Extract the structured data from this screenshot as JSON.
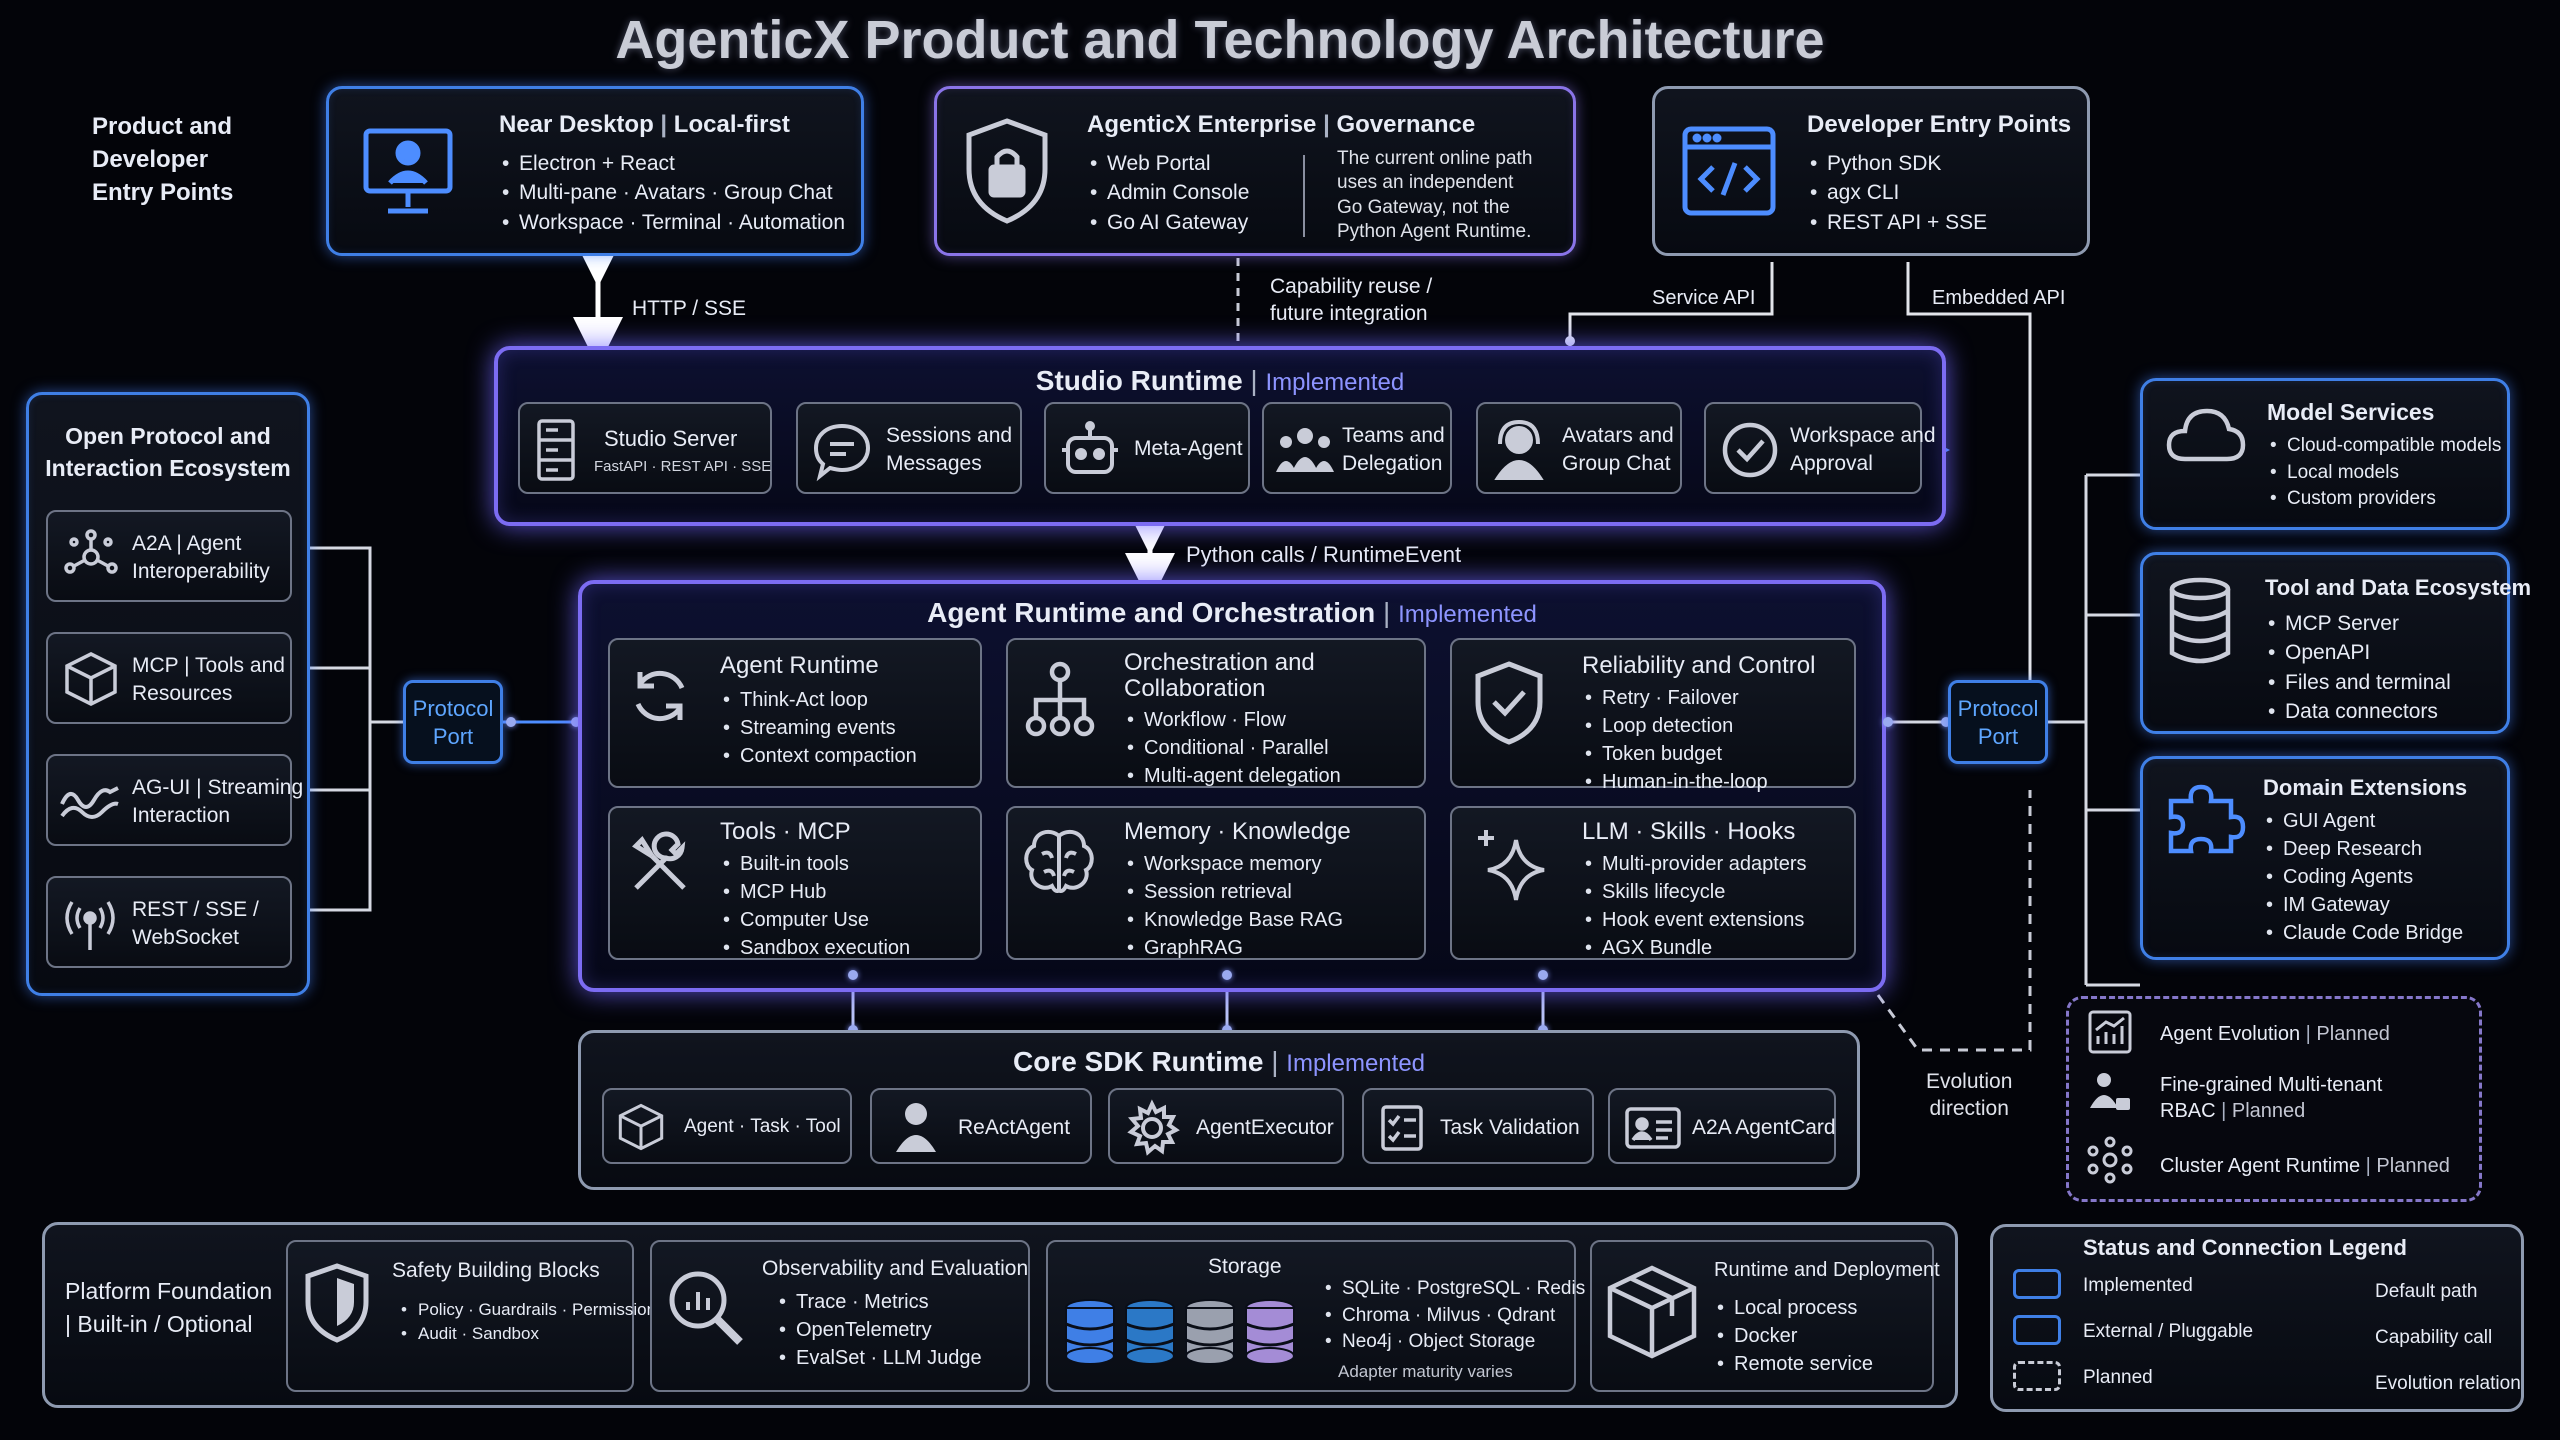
{
  "title": "AgenticX Product and Technology Architecture",
  "sections": {
    "entry_points_label": [
      "Product and",
      "Developer",
      "Entry Points"
    ],
    "protocols_title": [
      "Open Protocol and",
      "Interaction Ecosystem"
    ]
  },
  "top": {
    "desktop": {
      "title": "Near Desktop",
      "tag": "Local-first",
      "bullets": [
        "Electron + React",
        "Multi-pane · Avatars · Group Chat",
        "Workspace · Terminal · Automation"
      ],
      "icon": "desktop-user-icon"
    },
    "enterprise": {
      "title": "AgenticX Enterprise",
      "tag": "Governance",
      "bullets": [
        "Web Portal",
        "Admin Console",
        "Go AI Gateway"
      ],
      "note": [
        "The current online path",
        "uses an independent",
        "Go Gateway, not the",
        "Python Agent Runtime."
      ],
      "icon": "shield-lock-icon"
    },
    "developer": {
      "title": "Developer Entry Points",
      "bullets": [
        "Python SDK",
        "agx CLI",
        "REST API + SSE"
      ],
      "icon": "code-window-icon"
    }
  },
  "connectors": {
    "http_sse": "HTTP / SSE",
    "capability_reuse": [
      "Capability reuse /",
      "future integration"
    ],
    "service_api": "Service API",
    "embedded_api": "Embedded API",
    "python_calls": "Python calls / RuntimeEvent",
    "evolution": [
      "Evolution",
      "direction"
    ]
  },
  "studio": {
    "title": "Studio Runtime",
    "status": "Implemented",
    "items": [
      {
        "label": "Studio Server",
        "sub": "FastAPI · REST API · SSE",
        "icon": "server-icon"
      },
      {
        "label": "Sessions and",
        "label2": "Messages",
        "icon": "chat-bubble-icon"
      },
      {
        "label": "Meta-Agent",
        "icon": "robot-icon"
      },
      {
        "label": "Teams and",
        "label2": "Delegation",
        "icon": "team-icon"
      },
      {
        "label": "Avatars and",
        "label2": "Group Chat",
        "icon": "avatar-headset-icon"
      },
      {
        "label": "Workspace and",
        "label2": "Approval",
        "icon": "check-circle-icon"
      }
    ]
  },
  "protocols": {
    "items": [
      {
        "label": "A2A | Agent",
        "label2": "Interoperability",
        "icon": "network-nodes-icon"
      },
      {
        "label": "MCP | Tools and",
        "label2": "Resources",
        "icon": "cube-icon"
      },
      {
        "label": "AG-UI | Streaming",
        "label2": "Interaction",
        "icon": "wave-icon"
      },
      {
        "label": "REST / SSE /",
        "label2": "WebSocket",
        "icon": "broadcast-icon"
      }
    ],
    "port": [
      "Protocol",
      "Port"
    ]
  },
  "agent_runtime": {
    "title": "Agent Runtime and Orchestration",
    "status": "Implemented",
    "cards": [
      {
        "title": "Agent Runtime",
        "bullets": [
          "Think-Act loop",
          "Streaming events",
          "Context compaction"
        ],
        "icon": "refresh-cycle-icon"
      },
      {
        "title": "Orchestration and",
        "title2": "Collaboration",
        "bullets": [
          "Workflow · Flow",
          "Conditional · Parallel",
          "Multi-agent delegation"
        ],
        "icon": "hierarchy-icon"
      },
      {
        "title": "Reliability and Control",
        "bullets": [
          "Retry · Failover",
          "Loop detection",
          "Token budget",
          "Human-in-the-loop"
        ],
        "icon": "shield-check-icon"
      },
      {
        "title": "Tools · MCP",
        "bullets": [
          "Built-in tools",
          "MCP Hub",
          "Computer Use",
          "Sandbox execution"
        ],
        "icon": "wrench-screwdriver-icon"
      },
      {
        "title": "Memory · Knowledge",
        "bullets": [
          "Workspace memory",
          "Session retrieval",
          "Knowledge Base RAG",
          "GraphRAG"
        ],
        "icon": "brain-icon"
      },
      {
        "title": "LLM · Skills · Hooks",
        "bullets": [
          "Multi-provider adapters",
          "Skills lifecycle",
          "Hook event extensions",
          "AGX Bundle"
        ],
        "icon": "sparkle-icon"
      }
    ]
  },
  "right": {
    "port": [
      "Protocol",
      "Port"
    ],
    "model": {
      "title": "Model Services",
      "bullets": [
        "Cloud-compatible models",
        "Local models",
        "Custom providers"
      ],
      "icon": "cloud-icon"
    },
    "tools": {
      "title": "Tool and Data Ecosystem",
      "bullets": [
        "MCP Server",
        "OpenAPI",
        "Files and terminal",
        "Data connectors"
      ],
      "icon": "database-icon"
    },
    "domain": {
      "title": "Domain Extensions",
      "bullets": [
        "GUI Agent",
        "Deep Research",
        "Coding Agents",
        "IM Gateway",
        "Claude Code Bridge"
      ],
      "icon": "puzzle-icon"
    }
  },
  "planned": {
    "items": [
      {
        "label": "Agent Evolution",
        "status": "Planned",
        "icon": "trend-chart-icon"
      },
      {
        "label": "Fine-grained Multi-tenant",
        "label2": "RBAC",
        "status": "Planned",
        "icon": "users-lock-icon"
      },
      {
        "label": "Cluster Agent Runtime",
        "status": "Planned",
        "icon": "cluster-icon"
      }
    ]
  },
  "core": {
    "title": "Core SDK Runtime",
    "status": "Implemented",
    "items": [
      {
        "label": "Agent · Task · Tool",
        "icon": "cube-icon"
      },
      {
        "label": "ReActAgent",
        "icon": "person-icon"
      },
      {
        "label": "AgentExecutor",
        "icon": "gear-icon"
      },
      {
        "label": "Task Validation",
        "icon": "checklist-icon"
      },
      {
        "label": "A2A AgentCard",
        "icon": "id-card-icon"
      }
    ]
  },
  "platform": {
    "label": "Platform Foundation",
    "label2": "| Built-in / Optional",
    "safety": {
      "title": "Safety Building Blocks",
      "bullets": [
        "Policy · Guardrails · Permissions",
        "Audit · Sandbox"
      ],
      "icon": "shield-icon"
    },
    "observability": {
      "title": "Observability and Evaluation",
      "bullets": [
        "Trace · Metrics",
        "OpenTelemetry",
        "EvalSet · LLM Judge"
      ],
      "icon": "magnifier-chart-icon"
    },
    "storage": {
      "title": "Storage",
      "bullets": [
        "SQLite · PostgreSQL · Redis",
        "Chroma · Milvus · Qdrant",
        "Neo4j · Object Storage"
      ],
      "note": "Adapter maturity varies",
      "icon": "database-stack-icon"
    },
    "deployment": {
      "title": "Runtime and Deployment",
      "bullets": [
        "Local process",
        "Docker",
        "Remote service"
      ],
      "icon": "box-cube-icon"
    }
  },
  "legend": {
    "title": "Status and Connection Legend",
    "items": [
      "Implemented",
      "External / Pluggable",
      "Planned"
    ],
    "lines": [
      "Default path",
      "Capability call",
      "Evolution relation"
    ]
  },
  "colors": {
    "implemented": "#7c6cf2",
    "external": "#3f7fe6",
    "default_path": "#4d8dff",
    "accent_text": "#8d94ff"
  }
}
